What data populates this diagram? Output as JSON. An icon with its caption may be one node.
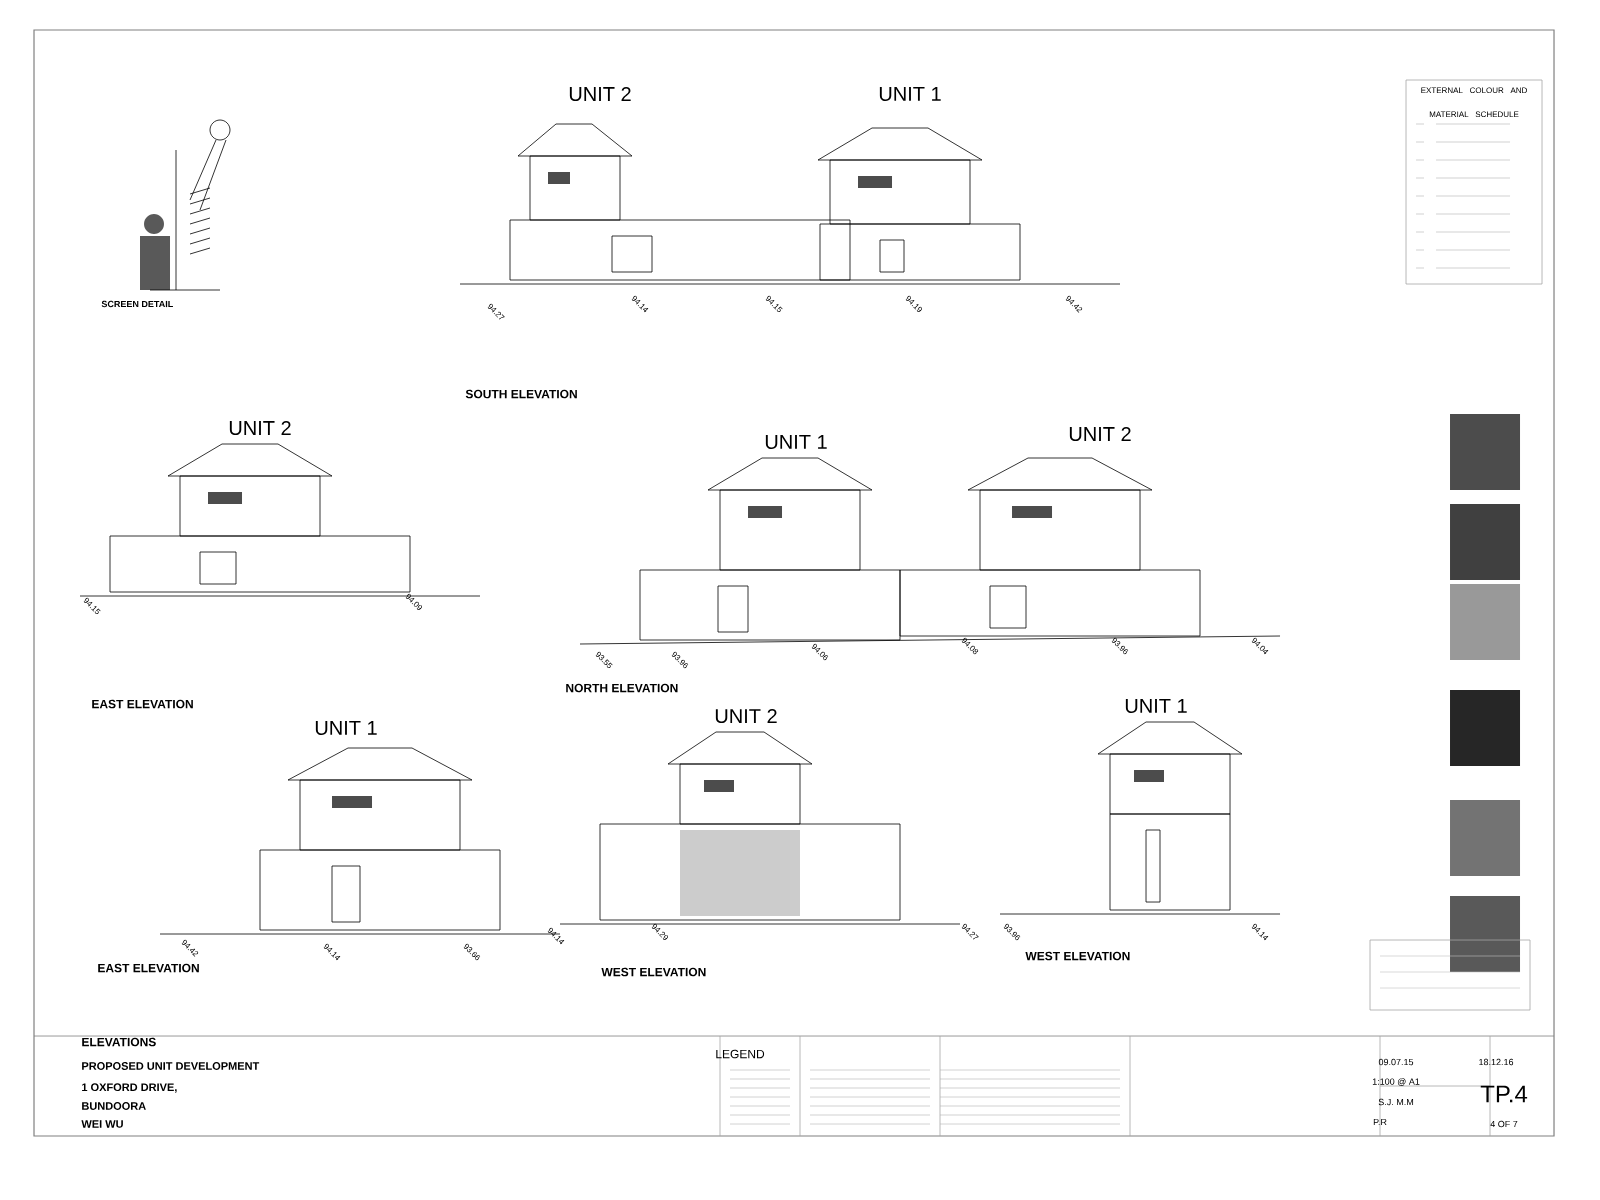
{
  "diagram": {
    "title": "ELEVATIONS",
    "labels": [
      "SCREEN DETAIL",
      "UNIT 2",
      "UNIT 1",
      "SOUTH ELEVATION",
      "UNIT 2",
      "EAST ELEVATION",
      "UNIT 1",
      "UNIT 2",
      "NORTH ELEVATION",
      "UNIT 1",
      "EAST ELEVATION",
      "UNIT 2",
      "WEST ELEVATION",
      "UNIT 1",
      "WEST ELEVATION",
      "PROPOSED UNIT DEVELOPMENT",
      "1 OXFORD DRIVE,",
      "BUNDOORA",
      "WEI WU",
      "LEGEND",
      "EXTERNAL COLOUR AND MATERIAL SCHEDULE",
      "09.07.15",
      "1:100 @ A1",
      "S.J. M.M",
      "P.R",
      "18.12.16",
      "TP.4",
      "4 OF 7",
      "94.27",
      "94.14",
      "94.15",
      "94.19",
      "94.42",
      "94.15",
      "94.09",
      "93.55",
      "93.96",
      "94.06",
      "94.08",
      "93.96",
      "94.04",
      "94.42",
      "94.14",
      "93.66",
      "94.14",
      "94.29",
      "94.27",
      "93.96",
      "94.14"
    ]
  }
}
